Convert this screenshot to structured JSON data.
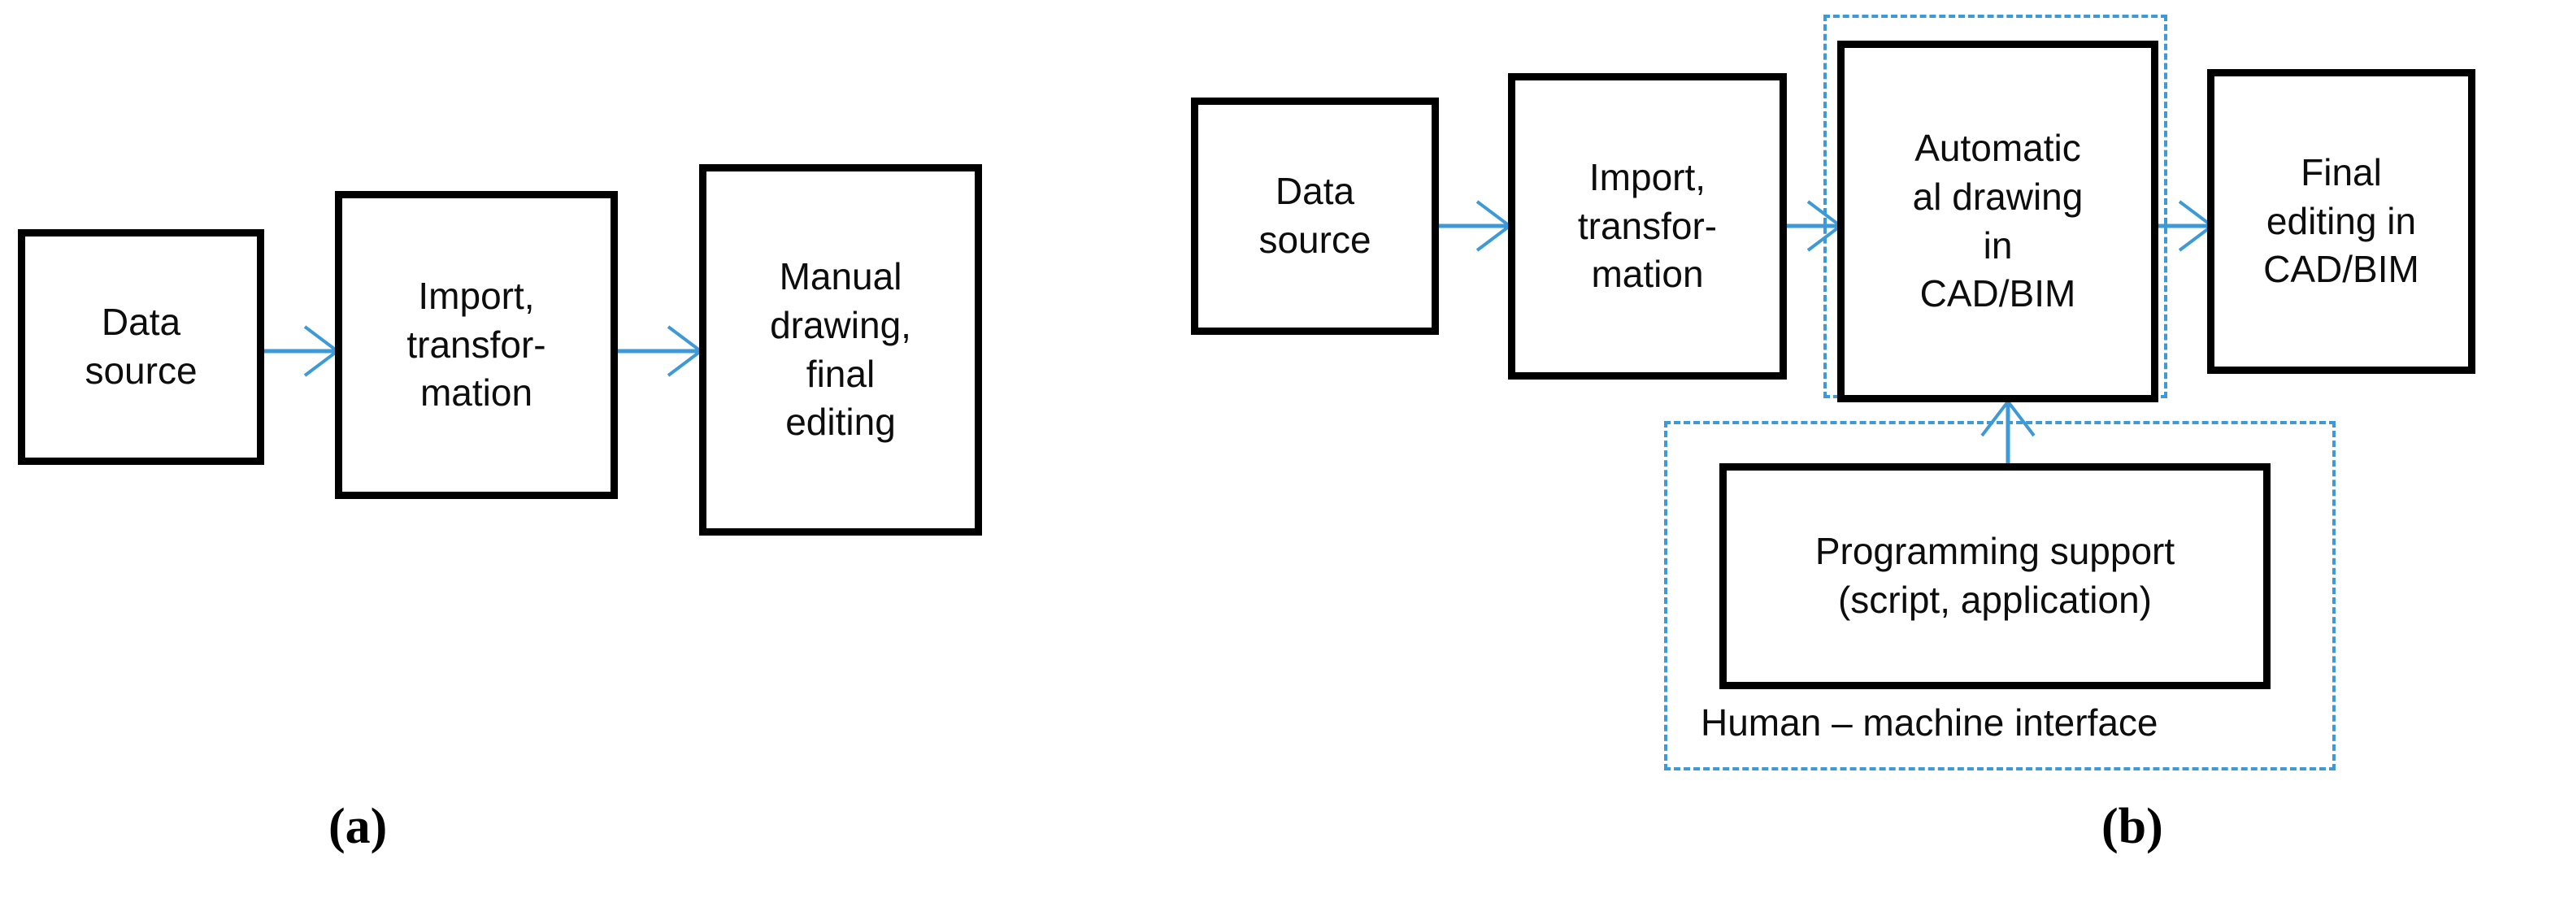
{
  "figure": {
    "background_color": "#ffffff",
    "box_border_color": "#000000",
    "arrow_color": "#3d9ad6",
    "dashed_border_color": "#3d9ad6",
    "text_color": "#0d0d0d"
  },
  "panel_a": {
    "caption": "(a)",
    "boxes": [
      {
        "id": "data-source",
        "label": "Data\nsource"
      },
      {
        "id": "import-transform",
        "label": "Import,\ntransfor-\nmation"
      },
      {
        "id": "manual-drawing",
        "label": "Manual\ndrawing,\nfinal\nediting"
      }
    ],
    "arrows": [
      {
        "from": "data-source",
        "to": "import-transform",
        "direction": "right"
      },
      {
        "from": "import-transform",
        "to": "manual-drawing",
        "direction": "right"
      }
    ]
  },
  "panel_b": {
    "caption": "(b)",
    "boxes": [
      {
        "id": "data-source",
        "label": "Data\nsource"
      },
      {
        "id": "import-transform",
        "label": "Import,\ntransfor-\nmation"
      },
      {
        "id": "automatic-drawing",
        "label": "Automatic\nal drawing\nin\nCAD/BIM"
      },
      {
        "id": "final-editing",
        "label": "Final\nediting in\nCAD/BIM"
      },
      {
        "id": "programming-support",
        "label": "Programming support\n(script, application)"
      }
    ],
    "groups": [
      {
        "id": "automatic-drawing-group",
        "caption": ""
      },
      {
        "id": "human-machine-interface-group",
        "caption": "Human – machine interface"
      }
    ],
    "arrows": [
      {
        "from": "data-source",
        "to": "import-transform",
        "direction": "right"
      },
      {
        "from": "import-transform",
        "to": "automatic-drawing",
        "direction": "right"
      },
      {
        "from": "automatic-drawing",
        "to": "final-editing",
        "direction": "right"
      },
      {
        "from": "programming-support",
        "to": "automatic-drawing",
        "direction": "up"
      }
    ]
  }
}
